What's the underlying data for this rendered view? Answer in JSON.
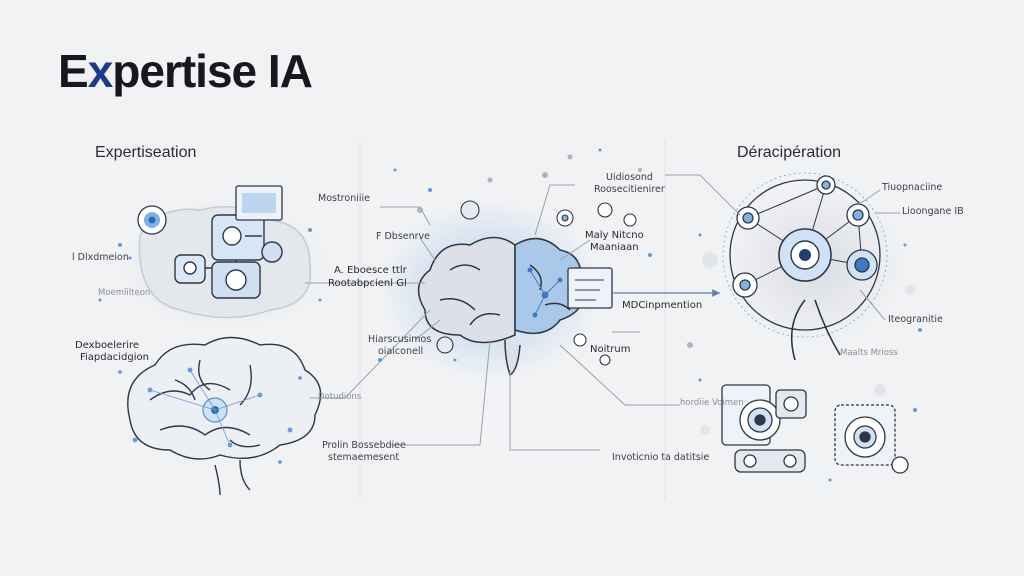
{
  "title": {
    "prefix": "E",
    "x_letter": "x",
    "rest": "pertise IA"
  },
  "headings": {
    "left": "Expertiseation",
    "right": "Déracipération"
  },
  "labels": {
    "l_top_box": "Mostroniiie",
    "l_side": "l Dlxdmeion",
    "l_side2": "Moemlilteon",
    "l_lower_1": "Dexboelerire",
    "l_lower_2": "Fiapdacidgion",
    "c_fobserve": "F Dbsenrve",
    "c_a_left_1": "A. Eboesce ttlr",
    "c_a_left_2": "Rootabpcienl Gl",
    "c_bottom_1": "Hiarscusimos",
    "c_bottom_2": "oiaiconell",
    "c_bottom_3": "Dotudions",
    "c_bottom_4": "Prolin Bossebdiee",
    "c_bottom_5": "stemaemesent",
    "c_top_1": "Uidiosond",
    "c_top_2": "Roosecitienirer",
    "c_mid_1": "Maly Nitcno",
    "c_mid_2": "Maaniaan",
    "c_arrow": "MDCinpmention",
    "c_low_box": "Noitrum",
    "c_low_right": "Invoticnio ta datitsie",
    "r_1": "Tiuopnaciine",
    "r_2": "Lioongane IB",
    "r_3": "Iteogranitie",
    "r_4": "hordiie Voimen",
    "r_5": "Maalts Mrioss"
  }
}
